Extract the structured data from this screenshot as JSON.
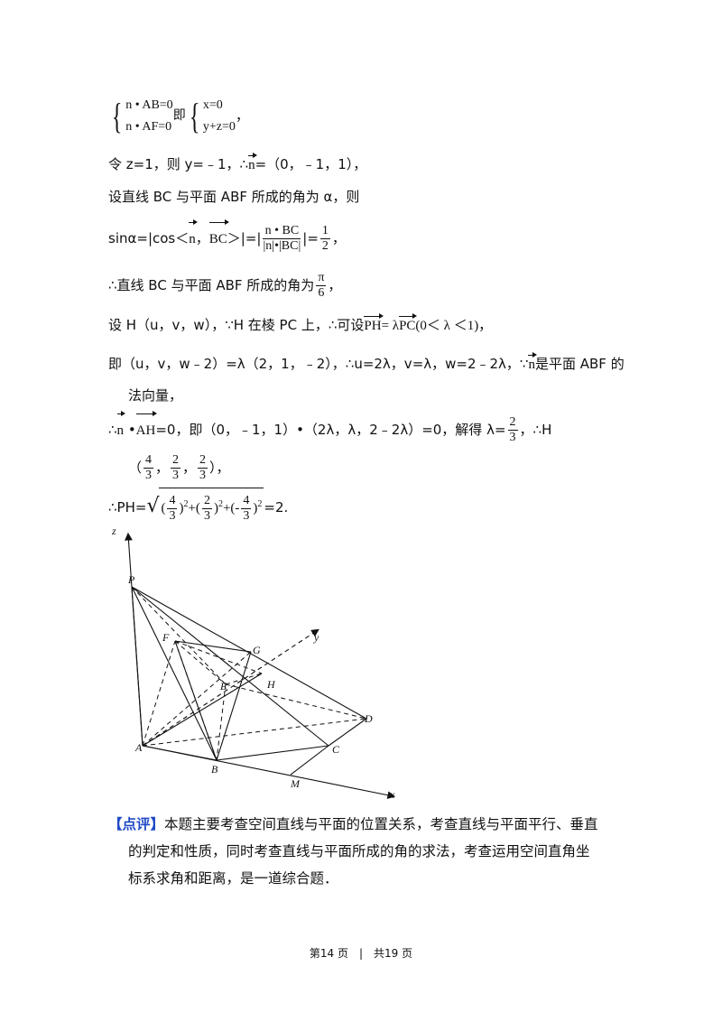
{
  "l1": {
    "e1": "n • AB=0",
    "e2": "n • AF=0",
    "ji": "即",
    "s1": "x=0",
    "s2": "y+z=0",
    "end": "，"
  },
  "l2": {
    "text": "令 z=1，则 y=﹣1，∴",
    "vec": "n",
    "tail": "=（0，﹣1，1），"
  },
  "l3": {
    "text": "设直线 BC 与平面 ABF 所成的角为 α，则"
  },
  "l4": {
    "a": "sinα=|cos＜",
    "n": "n",
    "comma": "，",
    "bc": "BC",
    "b": "＞|=|",
    "fn": "n • BC",
    "fd": "|n|•|BC|",
    "c": "|=",
    "hn": "1",
    "hd": "2",
    "end": "，"
  },
  "l5": {
    "text": "∴直线 BC 与平面 ABF 所成的角为",
    "pn": "π",
    "pd": "6",
    "end": "，"
  },
  "l6": {
    "text": "设 H（u，v，w），∵H 在棱 PC 上，∴可设",
    "ph": "PH",
    "eq": "= λ",
    "pc": "PC",
    "tail": "(0＜ λ ＜1)，"
  },
  "l7": {
    "text": "即（u，v，w﹣2）=λ（2，1，﹣2），∴u=2λ，v=λ，w=2﹣2λ，∵",
    "vec": "n",
    "tail": "是平面 ABF 的"
  },
  "l8": {
    "text": "法向量，"
  },
  "l9": {
    "a": "∴",
    "n": "n",
    "dot": " •",
    "ah": "AH",
    "b": "=0，即（0，﹣1，1）•（2λ，λ，2﹣2λ）=0，解得 λ=",
    "fn": "2",
    "fd": "3",
    "c": "，∴H"
  },
  "l10": {
    "a": "（",
    "f1n": "4",
    "f1d": "3",
    "s1": "，",
    "f2n": "2",
    "f2d": "3",
    "s2": "，",
    "f3n": "2",
    "f3d": "3",
    "b": "），"
  },
  "l11": {
    "a": "∴PH=",
    "p1": "(",
    "f1n": "4",
    "f1d": "3",
    "p1e": ")",
    "e1": "2",
    "plus1": "+(",
    "f2n": "2",
    "f2d": "3",
    "p2e": ")",
    "e2": "2",
    "plus2": "+(-",
    "f3n": "4",
    "f3d": "3",
    "p3e": ")",
    "e3": "2",
    "tail": "=2."
  },
  "diagram": {
    "labels": {
      "z": "z",
      "y": "y",
      "x": "x",
      "P": "P",
      "F": "F",
      "G": "G",
      "E": "E",
      "H": "H",
      "D": "D",
      "A": "A",
      "B": "B",
      "C": "C",
      "M": "M"
    }
  },
  "review": {
    "tag": "【点评】",
    "line1": "本题主要考查空间直线与平面的位置关系，考查直线与平面平行、垂直",
    "line2": "的判定和性质，同时考查直线与平面所成的角的求法，考查运用空间直角坐",
    "line3": "标系求角和距离，是一道综合题．"
  },
  "footer": {
    "text": "第14 页　|　共19 页"
  }
}
